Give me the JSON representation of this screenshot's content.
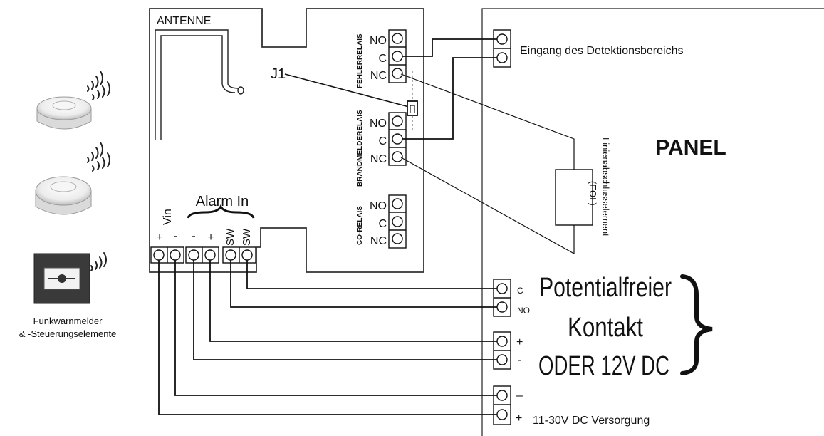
{
  "module": {
    "antenna_label": "ANTENNE",
    "jumper_label": "J1",
    "alarm_in_label": "Alarm In",
    "vin_label": "Vin",
    "vin_plus": "+",
    "vin_minus": "-",
    "alarm_minus": "-",
    "alarm_plus": "+",
    "sw1": "SW",
    "sw2": "SW"
  },
  "relays": [
    {
      "name": "FEHLERRELAIS",
      "terminals": [
        "NO",
        "C",
        "NC"
      ]
    },
    {
      "name": "BRANDMELDERELAIS",
      "terminals": [
        "NO",
        "C",
        "NC"
      ]
    },
    {
      "name": "CO-RELAIS",
      "terminals": [
        "NO",
        "C",
        "NC"
      ]
    }
  ],
  "panel": {
    "title": "PANEL",
    "detection_input": "Eingang des Detektionsbereichs",
    "eol_line1": "Linienabschlusselement",
    "eol_line2": "(EOL)",
    "contact_c": "C",
    "contact_no": "NO",
    "dc_plus": "+",
    "dc_minus": "-",
    "supply_minus": "–",
    "supply_plus": "+",
    "supply_label": "11-30V DC Versorgung",
    "brace_line1": "Potentialfreier",
    "brace_line2": "Kontakt",
    "brace_line3": "ODER 12V DC"
  },
  "devices": {
    "caption_line1": "Funkwarnmelder",
    "caption_line2": "& -Steuerungselemente"
  }
}
